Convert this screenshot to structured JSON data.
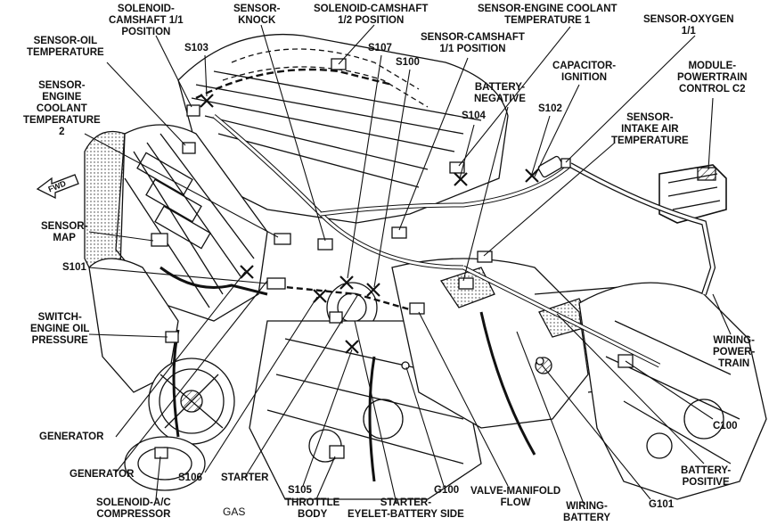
{
  "labels": {
    "solenoid_cam_11": "SOLENOID-\nCAMSHAFT 1/1\nPOSITION",
    "sensor_knock": "SENSOR-\nKNOCK",
    "solenoid_cam_12": "SOLENOID-CAMSHAFT\n1/2 POSITION",
    "sensor_coolant_1": "SENSOR-ENGINE COOLANT\nTEMPERATURE 1",
    "sensor_oxygen": "SENSOR-OXYGEN\n1/1",
    "sensor_oil_temp": "SENSOR-OIL\nTEMPERATURE",
    "s103": "S103",
    "s107": "S107",
    "s100": "S100",
    "sensor_cam_11": "SENSOR-CAMSHAFT\n1/1 POSITION",
    "capacitor_ignition": "CAPACITOR-\nIGNITION",
    "module_pcm": "MODULE-\nPOWERTRAIN\nCONTROL C2",
    "battery_negative": "BATTERY-\nNEGATIVE",
    "sensor_coolant_2": "SENSOR-\nENGINE\nCOOLANT\nTEMPERATURE\n2",
    "s104": "S104",
    "s102": "S102",
    "sensor_iat": "SENSOR-\nINTAKE AIR\nTEMPERATURE",
    "sensor_map": "SENSOR-\nMAP",
    "s101": "S101",
    "switch_oil": "SWITCH-\nENGINE OIL\nPRESSURE",
    "wiring_powertrain": "WIRING-\nPOWER-\nTRAIN",
    "c100": "C100",
    "generator_1": "GENERATOR",
    "generator_2": "GENERATOR",
    "battery_positive": "BATTERY-\nPOSITIVE",
    "s106": "S106",
    "starter": "STARTER",
    "g100": "G100",
    "valve_manifold": "VALVE-MANIFOLD\nFLOW",
    "g101": "G101",
    "solenoid_ac": "SOLENOID-A/C\nCOMPRESSOR",
    "s105": "S105",
    "throttle_body": "THROTTLE\nBODY",
    "starter_eyelet": "STARTER-\nEYELET-BATTERY SIDE",
    "wiring_battery": "WIRING-\nBATTERY",
    "gas": "GAS",
    "fwd": "FWD"
  },
  "colors": {
    "ink": "#111111",
    "paper": "#ffffff"
  }
}
